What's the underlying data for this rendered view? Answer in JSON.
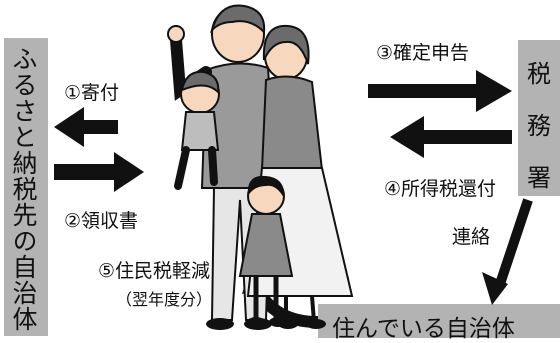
{
  "left_box": {
    "label": "ふるさと納税先の自治体"
  },
  "right_box": {
    "chars": [
      "税",
      "務",
      "署"
    ]
  },
  "bottom_box": {
    "label": "住んでいる自治体"
  },
  "steps": {
    "donation": "①寄付",
    "receipt": "②領収書",
    "tax_return": "③確定申告",
    "tax_refund": "④所得税還付",
    "resident_tax": "⑤住民税軽減",
    "resident_tax_note": "（翌年度分）",
    "contact": "連絡"
  },
  "colors": {
    "box": "#b3b3b3",
    "arrow": "#111111",
    "illustration_hair": "#6b6b6b"
  }
}
